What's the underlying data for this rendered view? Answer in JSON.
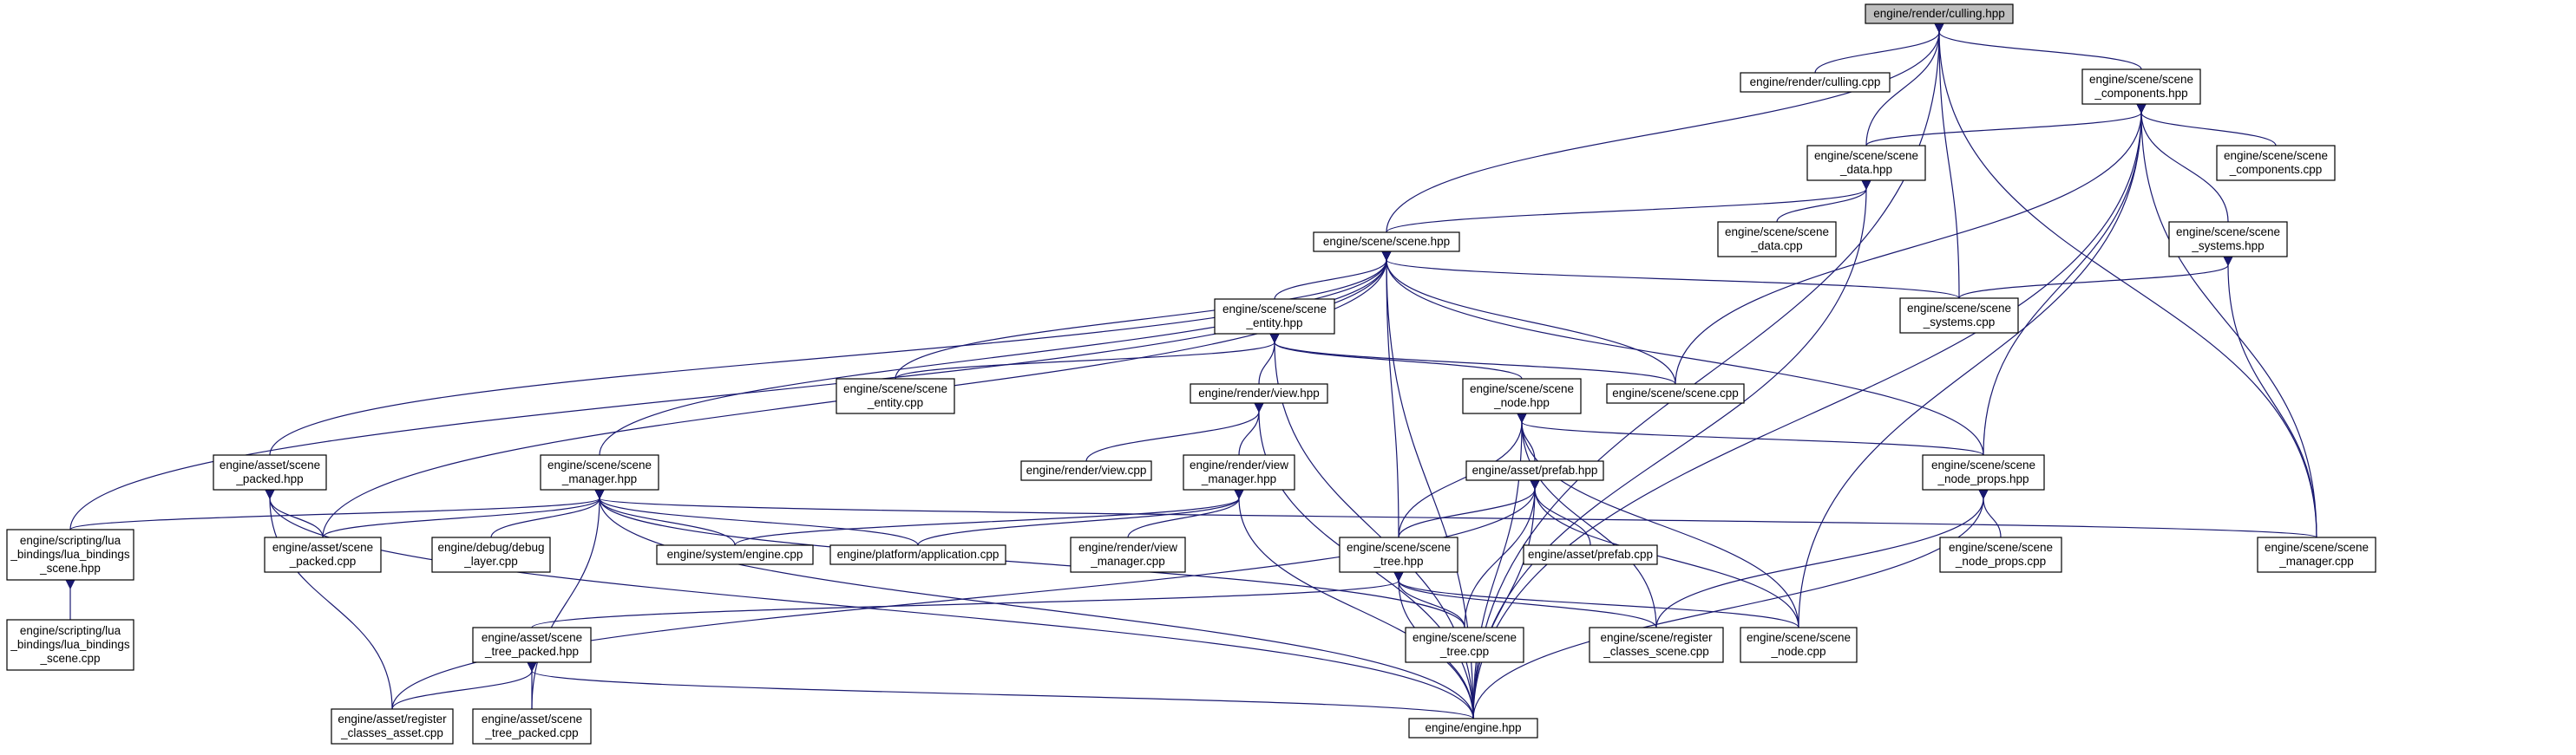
{
  "title": "engine/render/culling.hpp",
  "colors": {
    "edge": "#191970",
    "root_fill": "#bfbfbf",
    "node_fill": "#ffffff",
    "node_stroke": "#000000"
  },
  "nodes": [
    {
      "id": "culling_hpp",
      "lines": [
        "engine/render/culling.hpp"
      ],
      "root": true
    },
    {
      "id": "culling_cpp",
      "lines": [
        "engine/render/culling.cpp"
      ]
    },
    {
      "id": "scene_components_hpp",
      "lines": [
        "engine/scene/scene",
        "_components.hpp"
      ]
    },
    {
      "id": "scene_components_cpp",
      "lines": [
        "engine/scene/scene",
        "_components.cpp"
      ]
    },
    {
      "id": "scene_data_hpp",
      "lines": [
        "engine/scene/scene",
        "_data.hpp"
      ]
    },
    {
      "id": "scene_data_cpp",
      "lines": [
        "engine/scene/scene",
        "_data.cpp"
      ]
    },
    {
      "id": "scene_systems_hpp",
      "lines": [
        "engine/scene/scene",
        "_systems.hpp"
      ]
    },
    {
      "id": "scene_systems_cpp",
      "lines": [
        "engine/scene/scene",
        "_systems.cpp"
      ]
    },
    {
      "id": "scene_hpp",
      "lines": [
        "engine/scene/scene.hpp"
      ]
    },
    {
      "id": "scene_entity_hpp",
      "lines": [
        "engine/scene/scene",
        "_entity.hpp"
      ]
    },
    {
      "id": "scene_entity_cpp",
      "lines": [
        "engine/scene/scene",
        "_entity.cpp"
      ]
    },
    {
      "id": "view_hpp",
      "lines": [
        "engine/render/view.hpp"
      ]
    },
    {
      "id": "view_cpp",
      "lines": [
        "engine/render/view.cpp"
      ]
    },
    {
      "id": "view_manager_hpp",
      "lines": [
        "engine/render/view",
        "_manager.hpp"
      ]
    },
    {
      "id": "view_manager_cpp",
      "lines": [
        "engine/render/view",
        "_manager.cpp"
      ]
    },
    {
      "id": "scene_node_hpp",
      "lines": [
        "engine/scene/scene",
        "_node.hpp"
      ]
    },
    {
      "id": "scene_cpp",
      "lines": [
        "engine/scene/scene.cpp"
      ]
    },
    {
      "id": "prefab_hpp",
      "lines": [
        "engine/asset/prefab.hpp"
      ]
    },
    {
      "id": "prefab_cpp",
      "lines": [
        "engine/asset/prefab.cpp"
      ]
    },
    {
      "id": "scene_node_props_hpp",
      "lines": [
        "engine/scene/scene",
        "_node_props.hpp"
      ]
    },
    {
      "id": "scene_node_props_cpp",
      "lines": [
        "engine/scene/scene",
        "_node_props.cpp"
      ]
    },
    {
      "id": "scene_manager_hpp",
      "lines": [
        "engine/scene/scene",
        "_manager.hpp"
      ]
    },
    {
      "id": "scene_manager_cpp",
      "lines": [
        "engine/scene/scene",
        "_manager.cpp"
      ]
    },
    {
      "id": "asset_scene_packed_hpp",
      "lines": [
        "engine/asset/scene",
        "_packed.hpp"
      ]
    },
    {
      "id": "asset_scene_packed_cpp",
      "lines": [
        "engine/asset/scene",
        "_packed.cpp"
      ]
    },
    {
      "id": "lua_bindings_scene_hpp",
      "lines": [
        "engine/scripting/lua",
        "_bindings/lua_bindings",
        "_scene.hpp"
      ]
    },
    {
      "id": "lua_bindings_scene_cpp",
      "lines": [
        "engine/scripting/lua",
        "_bindings/lua_bindings",
        "_scene.cpp"
      ]
    },
    {
      "id": "debug_layer_cpp",
      "lines": [
        "engine/debug/debug",
        "_layer.cpp"
      ]
    },
    {
      "id": "system_engine_cpp",
      "lines": [
        "engine/system/engine.cpp"
      ]
    },
    {
      "id": "application_cpp",
      "lines": [
        "engine/platform/application.cpp"
      ]
    },
    {
      "id": "scene_tree_hpp",
      "lines": [
        "engine/scene/scene",
        "_tree.hpp"
      ]
    },
    {
      "id": "scene_tree_cpp",
      "lines": [
        "engine/scene/scene",
        "_tree.cpp"
      ]
    },
    {
      "id": "register_classes_scene_cpp",
      "lines": [
        "engine/scene/register",
        "_classes_scene.cpp"
      ]
    },
    {
      "id": "scene_node_cpp",
      "lines": [
        "engine/scene/scene",
        "_node.cpp"
      ]
    },
    {
      "id": "scene_tree_packed_hpp",
      "lines": [
        "engine/asset/scene",
        "_tree_packed.hpp"
      ]
    },
    {
      "id": "scene_tree_packed_cpp",
      "lines": [
        "engine/asset/scene",
        "_tree_packed.cpp"
      ]
    },
    {
      "id": "register_classes_asset_cpp",
      "lines": [
        "engine/asset/register",
        "_classes_asset.cpp"
      ]
    },
    {
      "id": "engine_hpp",
      "lines": [
        "engine/engine.hpp"
      ]
    }
  ],
  "edges": [
    {
      "from": "culling_hpp",
      "to": "culling_cpp"
    },
    {
      "from": "culling_hpp",
      "to": "scene_components_hpp"
    },
    {
      "from": "culling_hpp",
      "to": "scene_data_hpp"
    },
    {
      "from": "culling_hpp",
      "to": "scene_hpp"
    },
    {
      "from": "culling_hpp",
      "to": "scene_systems_cpp"
    },
    {
      "from": "culling_hpp",
      "to": "engine_hpp"
    },
    {
      "from": "culling_hpp",
      "to": "scene_manager_cpp"
    },
    {
      "from": "scene_components_hpp",
      "to": "scene_components_cpp"
    },
    {
      "from": "scene_components_hpp",
      "to": "scene_data_hpp"
    },
    {
      "from": "scene_components_hpp",
      "to": "scene_systems_hpp"
    },
    {
      "from": "scene_components_hpp",
      "to": "scene_cpp"
    },
    {
      "from": "scene_components_hpp",
      "to": "scene_node_props_hpp"
    },
    {
      "from": "scene_components_hpp",
      "to": "scene_node_cpp"
    },
    {
      "from": "scene_components_hpp",
      "to": "scene_manager_cpp"
    },
    {
      "from": "scene_components_hpp",
      "to": "engine_hpp"
    },
    {
      "from": "scene_data_hpp",
      "to": "scene_data_cpp"
    },
    {
      "from": "scene_data_hpp",
      "to": "scene_hpp"
    },
    {
      "from": "scene_data_hpp",
      "to": "engine_hpp"
    },
    {
      "from": "scene_systems_hpp",
      "to": "scene_systems_cpp"
    },
    {
      "from": "scene_systems_hpp",
      "to": "scene_manager_cpp"
    },
    {
      "from": "scene_hpp",
      "to": "scene_systems_cpp"
    },
    {
      "from": "scene_hpp",
      "to": "scene_entity_hpp"
    },
    {
      "from": "scene_hpp",
      "to": "scene_entity_cpp"
    },
    {
      "from": "scene_hpp",
      "to": "scene_cpp"
    },
    {
      "from": "scene_hpp",
      "to": "scene_node_props_hpp"
    },
    {
      "from": "scene_hpp",
      "to": "scene_manager_hpp"
    },
    {
      "from": "scene_hpp",
      "to": "asset_scene_packed_hpp"
    },
    {
      "from": "scene_hpp",
      "to": "asset_scene_packed_cpp"
    },
    {
      "from": "scene_hpp",
      "to": "lua_bindings_scene_hpp"
    },
    {
      "from": "scene_hpp",
      "to": "scene_tree_hpp"
    },
    {
      "from": "scene_hpp",
      "to": "engine_hpp"
    },
    {
      "from": "scene_entity_hpp",
      "to": "scene_entity_cpp"
    },
    {
      "from": "scene_entity_hpp",
      "to": "view_hpp"
    },
    {
      "from": "scene_entity_hpp",
      "to": "scene_node_hpp"
    },
    {
      "from": "scene_entity_hpp",
      "to": "scene_cpp"
    },
    {
      "from": "scene_entity_hpp",
      "to": "engine_hpp"
    },
    {
      "from": "view_hpp",
      "to": "view_cpp"
    },
    {
      "from": "view_hpp",
      "to": "view_manager_hpp"
    },
    {
      "from": "view_hpp",
      "to": "engine_hpp"
    },
    {
      "from": "view_manager_hpp",
      "to": "view_manager_cpp"
    },
    {
      "from": "view_manager_hpp",
      "to": "system_engine_cpp"
    },
    {
      "from": "view_manager_hpp",
      "to": "application_cpp"
    },
    {
      "from": "view_manager_hpp",
      "to": "engine_hpp"
    },
    {
      "from": "scene_node_hpp",
      "to": "prefab_hpp"
    },
    {
      "from": "scene_node_hpp",
      "to": "scene_node_props_hpp"
    },
    {
      "from": "scene_node_hpp",
      "to": "scene_tree_hpp"
    },
    {
      "from": "scene_node_hpp",
      "to": "register_classes_scene_cpp"
    },
    {
      "from": "scene_node_hpp",
      "to": "scene_node_cpp"
    },
    {
      "from": "scene_node_hpp",
      "to": "engine_hpp"
    },
    {
      "from": "prefab_hpp",
      "to": "prefab_cpp"
    },
    {
      "from": "prefab_hpp",
      "to": "scene_tree_hpp"
    },
    {
      "from": "prefab_hpp",
      "to": "scene_tree_cpp"
    },
    {
      "from": "prefab_hpp",
      "to": "scene_node_cpp"
    },
    {
      "from": "prefab_hpp",
      "to": "register_classes_asset_cpp"
    },
    {
      "from": "prefab_hpp",
      "to": "engine_hpp"
    },
    {
      "from": "scene_node_props_hpp",
      "to": "scene_node_props_cpp"
    },
    {
      "from": "scene_node_props_hpp",
      "to": "register_classes_scene_cpp"
    },
    {
      "from": "scene_node_props_hpp",
      "to": "engine_hpp"
    },
    {
      "from": "scene_manager_hpp",
      "to": "lua_bindings_scene_hpp"
    },
    {
      "from": "scene_manager_hpp",
      "to": "asset_scene_packed_cpp"
    },
    {
      "from": "scene_manager_hpp",
      "to": "debug_layer_cpp"
    },
    {
      "from": "scene_manager_hpp",
      "to": "system_engine_cpp"
    },
    {
      "from": "scene_manager_hpp",
      "to": "application_cpp"
    },
    {
      "from": "scene_manager_hpp",
      "to": "scene_manager_cpp"
    },
    {
      "from": "scene_manager_hpp",
      "to": "scene_tree_cpp"
    },
    {
      "from": "scene_manager_hpp",
      "to": "scene_tree_packed_cpp"
    },
    {
      "from": "scene_manager_hpp",
      "to": "engine_hpp"
    },
    {
      "from": "asset_scene_packed_hpp",
      "to": "asset_scene_packed_cpp"
    },
    {
      "from": "asset_scene_packed_hpp",
      "to": "register_classes_asset_cpp"
    },
    {
      "from": "asset_scene_packed_hpp",
      "to": "engine_hpp"
    },
    {
      "from": "lua_bindings_scene_hpp",
      "to": "lua_bindings_scene_cpp"
    },
    {
      "from": "scene_tree_hpp",
      "to": "scene_tree_cpp"
    },
    {
      "from": "scene_tree_hpp",
      "to": "register_classes_scene_cpp"
    },
    {
      "from": "scene_tree_hpp",
      "to": "scene_node_cpp"
    },
    {
      "from": "scene_tree_hpp",
      "to": "scene_tree_packed_hpp"
    },
    {
      "from": "scene_tree_hpp",
      "to": "engine_hpp"
    },
    {
      "from": "scene_tree_packed_hpp",
      "to": "register_classes_asset_cpp"
    },
    {
      "from": "scene_tree_packed_hpp",
      "to": "scene_tree_packed_cpp"
    },
    {
      "from": "scene_tree_packed_hpp",
      "to": "engine_hpp"
    }
  ]
}
